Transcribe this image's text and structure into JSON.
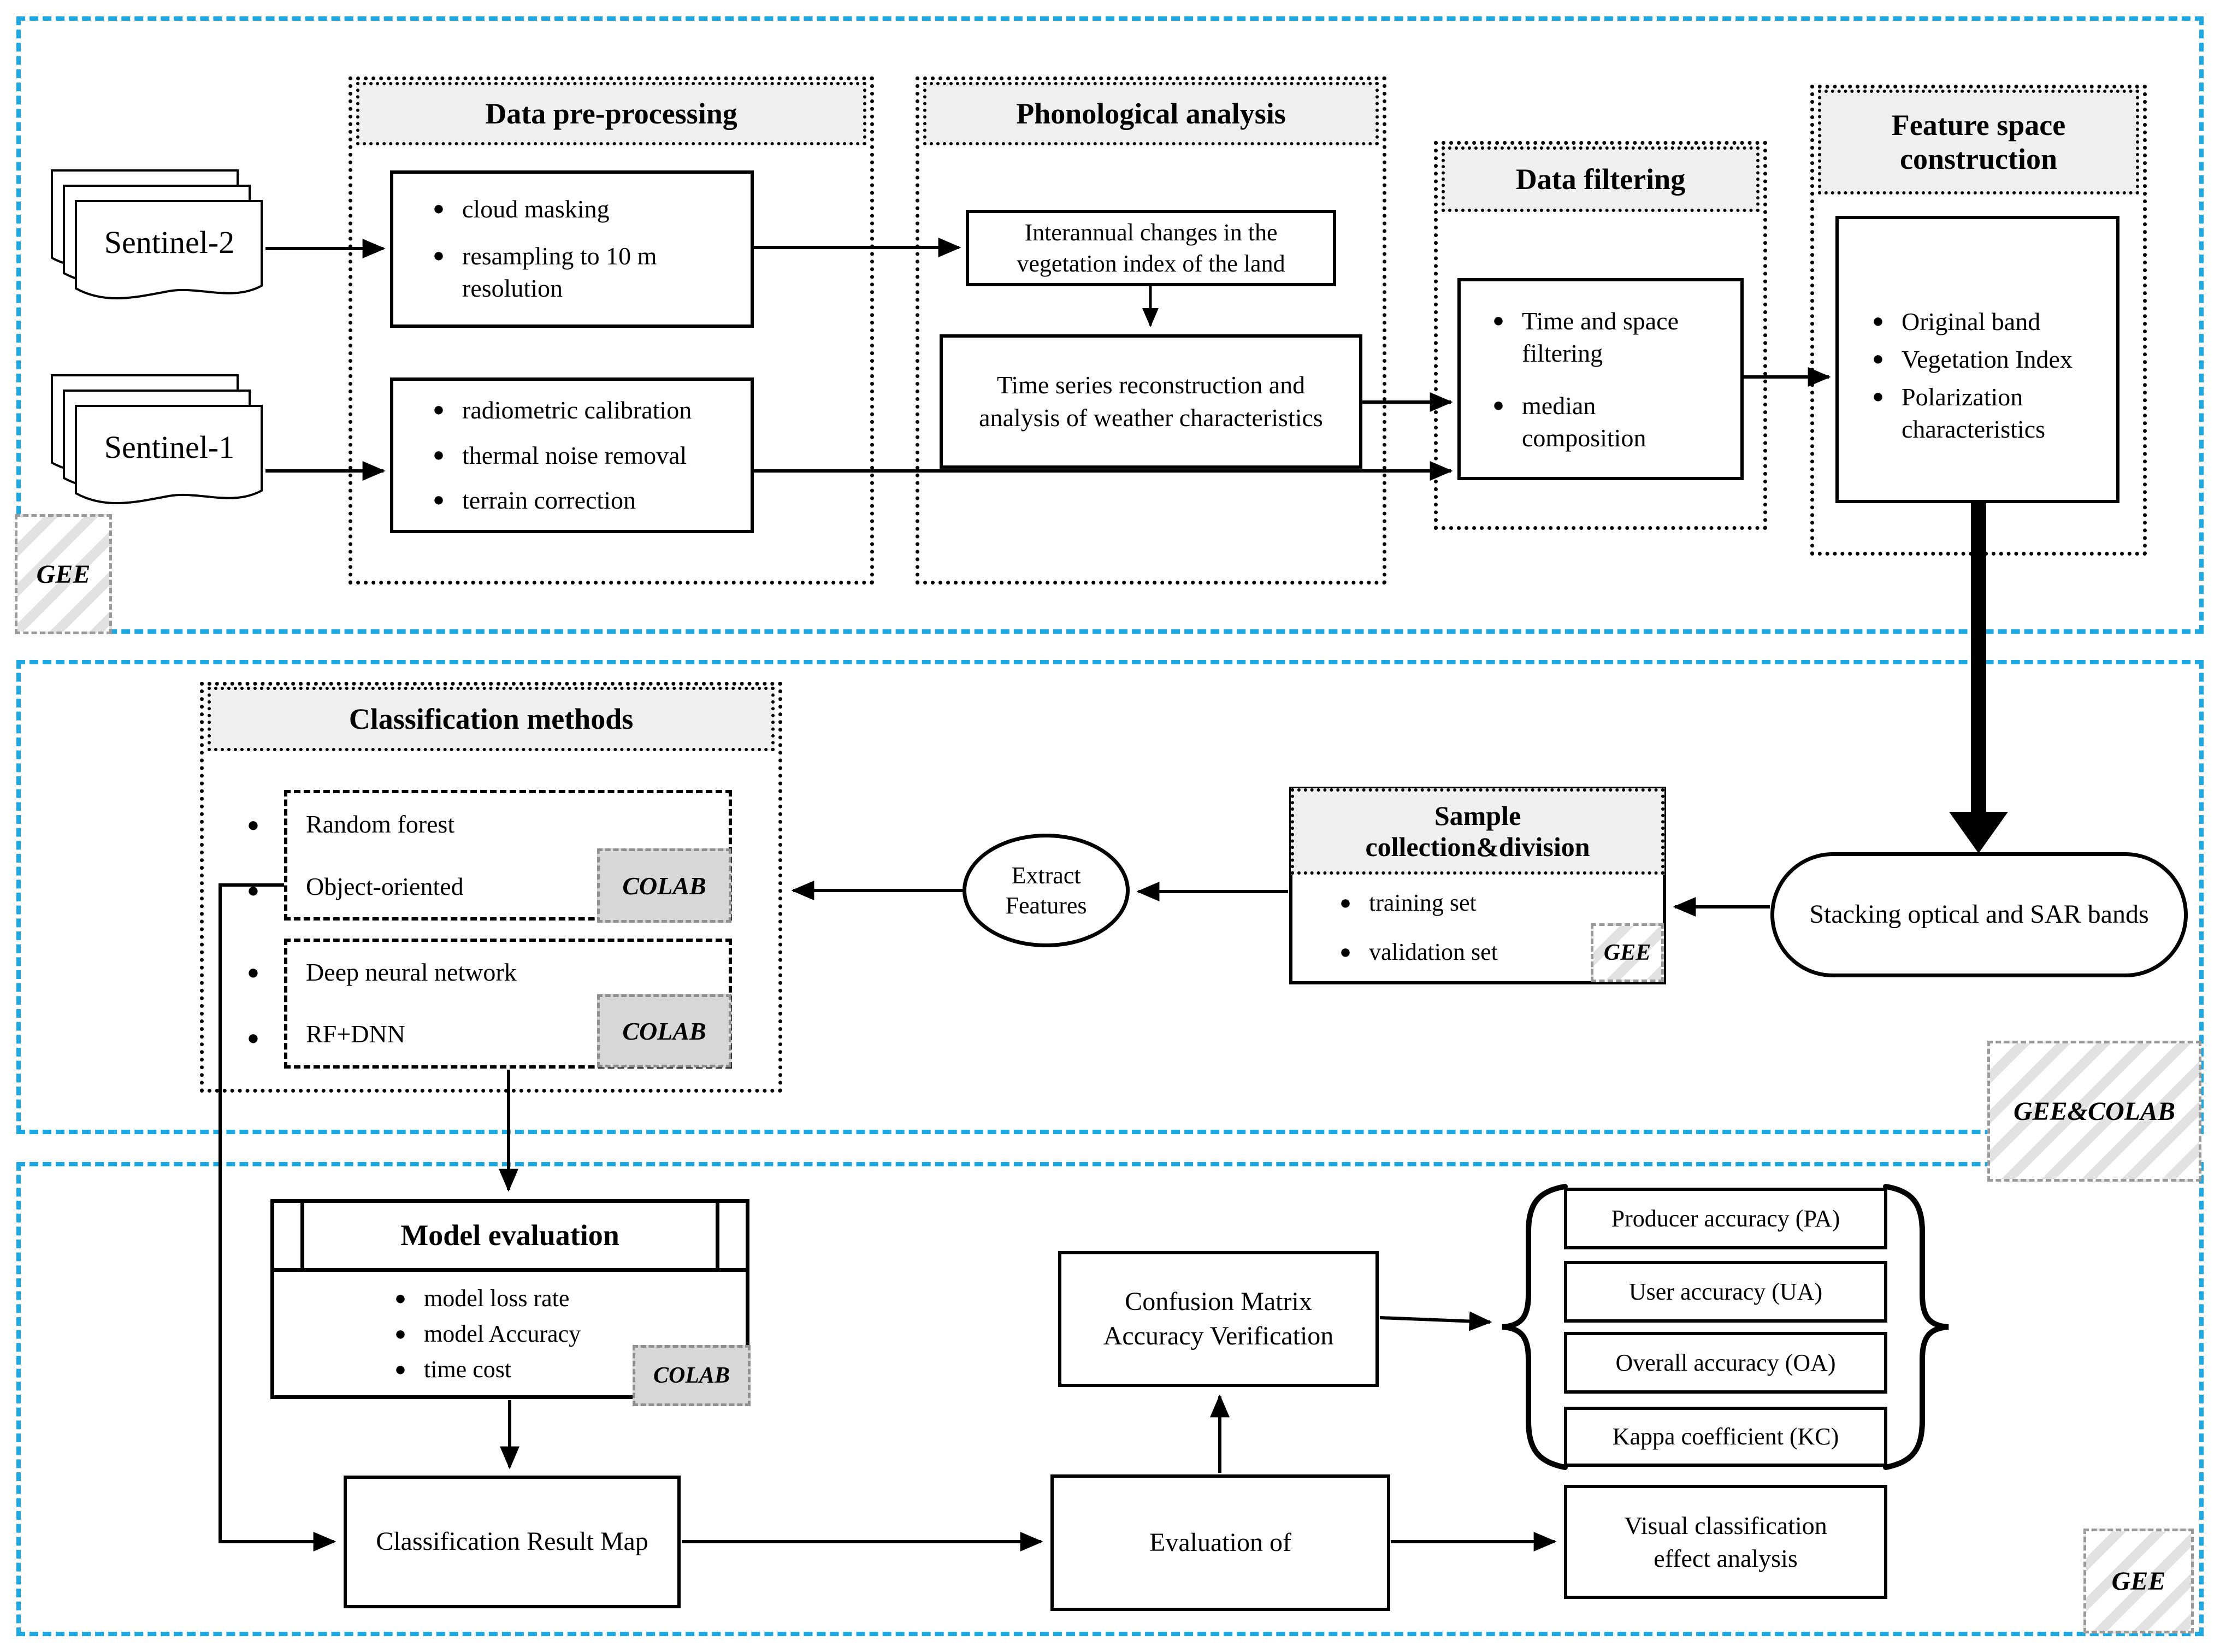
{
  "icons": {
    "bullet": "●"
  },
  "tools": {
    "gee": "GEE",
    "colab": "COLAB",
    "gee_colab": "GEE&COLAB"
  },
  "sources": {
    "sentinel2": "Sentinel-2",
    "sentinel1": "Sentinel-1"
  },
  "preprocessing": {
    "title": "Data pre-processing",
    "s2_items": [
      "cloud masking",
      "resampling to 10 m resolution"
    ],
    "s1_items": [
      "radiometric calibration",
      "thermal noise removal",
      "terrain correction"
    ]
  },
  "phenology": {
    "title": "Phonological analysis",
    "box1": "Interannual changes in the vegetation index of the land",
    "box2": "Time series reconstruction and analysis of weather characteristics"
  },
  "filtering": {
    "title": "Data filtering",
    "items": [
      "Time and space filtering",
      "median composition"
    ]
  },
  "feature_space": {
    "title": "Feature space construction",
    "items": [
      "Original band",
      "Vegetation Index",
      "Polarization characteristics"
    ]
  },
  "stacking": {
    "label": "Stacking optical and SAR bands"
  },
  "sample": {
    "title_line1": "Sample",
    "title_line2": "collection&division",
    "items": [
      "training set",
      "validation set"
    ]
  },
  "extract": {
    "label": "Extract Features"
  },
  "classification": {
    "title": "Classification methods",
    "group1": [
      "Random forest",
      "Object-oriented"
    ],
    "group2": [
      "Deep neural network",
      "RF+DNN"
    ]
  },
  "model_eval": {
    "title": "Model evaluation",
    "items": [
      "model loss rate",
      "model Accuracy",
      "time cost"
    ]
  },
  "crm": {
    "label": "Classification Result Map"
  },
  "confusion": {
    "label": "Confusion Matrix Accuracy Verification"
  },
  "evaluation": {
    "label": "Evaluation of"
  },
  "metrics": [
    "Producer accuracy (PA)",
    "User accuracy (UA)",
    "Overall accuracy (OA)",
    "Kappa coefficient (KC)"
  ],
  "visual": {
    "label": "Visual classification effect analysis"
  }
}
